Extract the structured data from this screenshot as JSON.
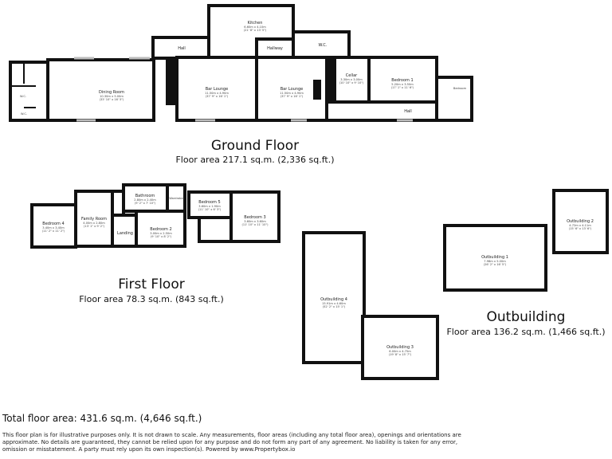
{
  "ground_floor": {
    "title": "Ground Floor",
    "area": "Floor area 217.1 sq.m. (2,336 sq.ft.)",
    "rooms": [
      {
        "name": "Kitchen",
        "dims": "6.60m x 4.10m",
        "imperial": "(21' 8\" x 13' 5\")"
      },
      {
        "name": "Hall"
      },
      {
        "name": "Hallway"
      },
      {
        "name": "W.C."
      },
      {
        "name": "Dining Room",
        "dims": "10.30m x 5.00m",
        "imperial": "(33' 10\" x 16' 5\")"
      },
      {
        "name": "Bar Lounge",
        "dims": "11.50m x 4.90m",
        "imperial": "(37' 9\" x 16' 1\")"
      },
      {
        "name": "Bar Lounge",
        "dims": "11.50m x 4.90m",
        "imperial": "(37' 9\" x 16' 1\")"
      },
      {
        "name": "Cellar",
        "dims": "3.30m x 3.00m",
        "imperial": "(10' 10\" x 9' 10\")"
      },
      {
        "name": "Bedroom 1",
        "dims": "5.20m x 3.50m",
        "imperial": "(17' 1\" x 11' 6\")"
      },
      {
        "name": "Hall"
      },
      {
        "name": "W.C."
      },
      {
        "name": "W.C."
      },
      {
        "name": "Bedroom"
      }
    ]
  },
  "first_floor": {
    "title": "First Floor",
    "area": "Floor area 78.3 sq.m. (843 sq.ft.)",
    "rooms": [
      {
        "name": "Bedroom 4",
        "dims": "3.40m x 3.40m",
        "imperial": "(11' 2\" x 11' 2\")"
      },
      {
        "name": "Family Room",
        "dims": "4.00m x 2.80m",
        "imperial": "(13' 1\" x 9' 2\")"
      },
      {
        "name": "Landing"
      },
      {
        "name": "Bathroom",
        "dims": "2.80m x 2.40m",
        "imperial": "(9' 2\" x 7' 10\")"
      },
      {
        "name": "Bedroom 2",
        "dims": "3.00m x 2.50m",
        "imperial": "(9' 10\" x 8' 2\")"
      },
      {
        "name": "Wardrobe"
      },
      {
        "name": "Bedroom 5",
        "dims": "3.60m x 1.90m",
        "imperial": "(11' 10\" x 6' 3\")"
      },
      {
        "name": "Bedroom 3",
        "dims": "3.60m x 3.60m",
        "imperial": "(11' 10\" x 11' 10\")"
      }
    ]
  },
  "outbuilding": {
    "title": "Outbuilding",
    "area": "Floor area 136.2 sq.m. (1,466 sq.ft.)",
    "rooms": [
      {
        "name": "Outbuilding 1",
        "dims": "7.98m x 5.00m",
        "imperial": "(26' 2\" x 16' 5\")"
      },
      {
        "name": "Outbuilding 2",
        "dims": "4.72m x 4.11m",
        "imperial": "(15' 6\" x 13' 6\")"
      },
      {
        "name": "Outbuilding 3",
        "dims": "6.00m x 4.75m",
        "imperial": "(19' 8\" x 15' 7\")"
      },
      {
        "name": "Outbuilding 4",
        "dims": "15.91m x 4.60m",
        "imperial": "(52' 2\" x 15' 1\")"
      }
    ]
  },
  "total": "Total floor area: 431.6 sq.m. (4,646 sq.ft.)",
  "disclaimer": "This floor plan is for illustrative purposes only. It is not drawn to scale. Any measurements, floor areas (including any total floor area), openings and orientations are approximate. No details are guaranteed, they cannot be relied upon for any purpose and do not form any part of any agreement. No liability is taken for any error, omission or misstatement. A party must rely upon its own inspection(s). Powered by www.Propertybox.io"
}
